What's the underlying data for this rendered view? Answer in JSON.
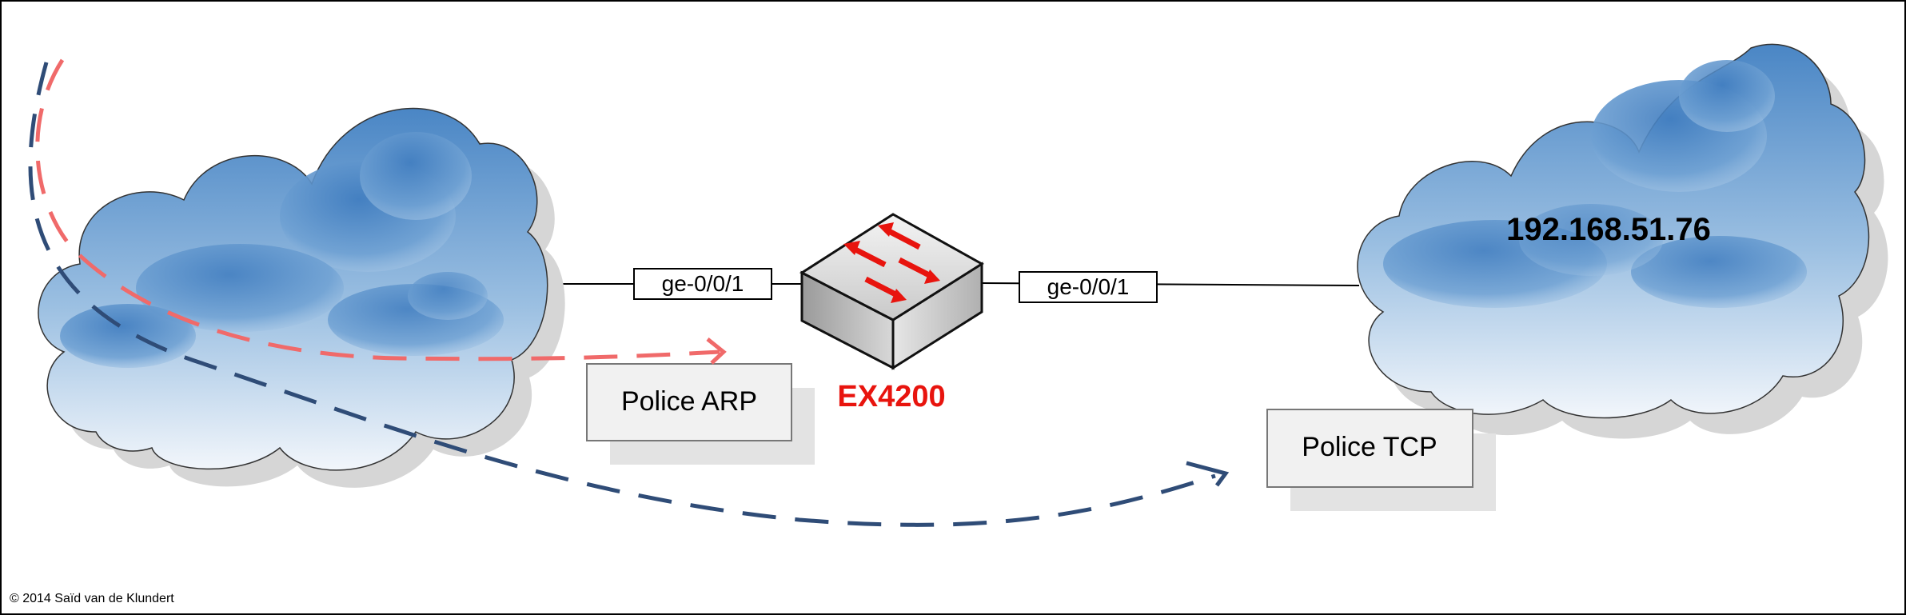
{
  "switch": {
    "model": "EX4200",
    "label_color": "#e8140e"
  },
  "ports": {
    "left": "ge-0/0/1",
    "right": "ge-0/0/1"
  },
  "policies": {
    "arp": "Police ARP",
    "tcp": "Police TCP"
  },
  "right_network": {
    "ip": "192.168.51.76"
  },
  "copyright": "© 2014 Saïd van de Klundert",
  "colors": {
    "arp_flow": "#f06a6a",
    "tcp_flow": "#2f4c77",
    "cloud_fill_light": "#f2f6fb",
    "cloud_fill_dark": "#4a86c5",
    "switch_arrow": "#e8140e"
  }
}
